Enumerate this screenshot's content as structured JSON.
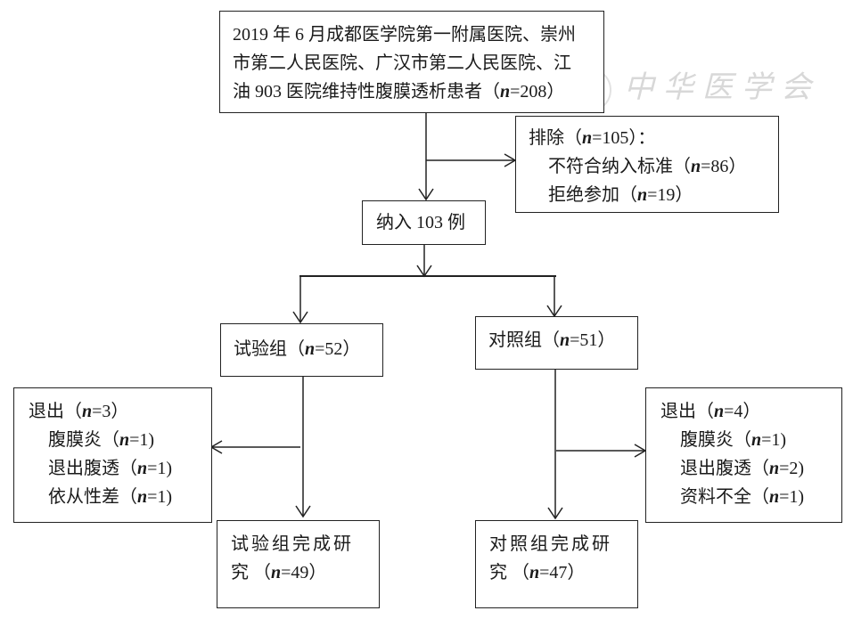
{
  "boxes": {
    "source": {
      "lines": [
        {
          "pre": "2019 年 6 月成都医学院第一附属医院、崇州",
          "n": "",
          "post": ""
        },
        {
          "pre": "市第二人民医院、广汉市第二人民医院、江",
          "n": "",
          "post": ""
        },
        {
          "pre": "油 903 医院维持性腹膜透析患者（",
          "n": "n",
          "post": "=208）"
        }
      ]
    },
    "excluded": {
      "title": {
        "pre": "排除（",
        "n": "n",
        "post": "=105）："
      },
      "items": [
        {
          "pre": "不符合纳入标准（",
          "n": "n",
          "post": "=86）"
        },
        {
          "pre": "拒绝参加（",
          "n": "n",
          "post": "=19）"
        }
      ]
    },
    "enrolled": {
      "label": "纳入 103 例"
    },
    "trial_group": {
      "pre": "试验组（",
      "n": "n",
      "post": "=52）"
    },
    "control_group": {
      "pre": "对照组（",
      "n": "n",
      "post": "=51）"
    },
    "trial_withdraw": {
      "title": {
        "pre": "退出（",
        "n": "n",
        "post": "=3）"
      },
      "items": [
        {
          "pre": "腹膜炎（",
          "n": "n",
          "post": "=1)"
        },
        {
          "pre": "退出腹透（",
          "n": "n",
          "post": "=1)"
        },
        {
          "pre": "依从性差（",
          "n": "n",
          "post": "=1)"
        }
      ]
    },
    "control_withdraw": {
      "title": {
        "pre": "退出（",
        "n": "n",
        "post": "=4）"
      },
      "items": [
        {
          "pre": "腹膜炎（",
          "n": "n",
          "post": "=1)"
        },
        {
          "pre": "退出腹透（",
          "n": "n",
          "post": "=2)"
        },
        {
          "pre": "资料不全（",
          "n": "n",
          "post": "=1)"
        }
      ]
    },
    "trial_complete": {
      "line1": "试验组完成研",
      "line2": {
        "pre": "究 （",
        "n": "n",
        "post": "=49）"
      }
    },
    "control_complete": {
      "line1": "对照组完成研",
      "line2": {
        "pre": "究 （",
        "n": "n",
        "post": "=47）"
      }
    }
  },
  "watermark": {
    "text": "中华医学会"
  }
}
